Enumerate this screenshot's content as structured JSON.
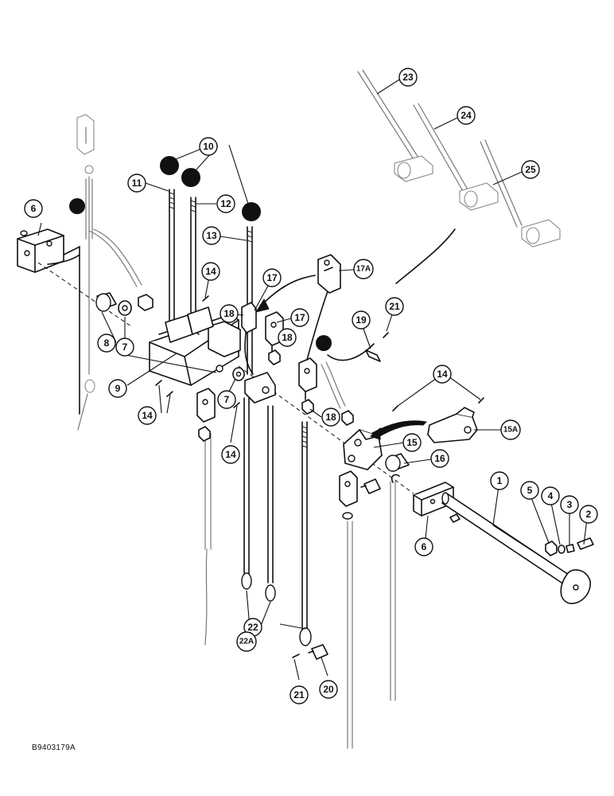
{
  "callouts": [
    {
      "id": "c1",
      "label": "1"
    },
    {
      "id": "c2",
      "label": "2"
    },
    {
      "id": "c3",
      "label": "3"
    },
    {
      "id": "c4",
      "label": "4"
    },
    {
      "id": "c5",
      "label": "5"
    },
    {
      "id": "c6a",
      "label": "6"
    },
    {
      "id": "c6b",
      "label": "6"
    },
    {
      "id": "c7a",
      "label": "7"
    },
    {
      "id": "c7b",
      "label": "7"
    },
    {
      "id": "c8",
      "label": "8"
    },
    {
      "id": "c9",
      "label": "9"
    },
    {
      "id": "c10",
      "label": "10"
    },
    {
      "id": "c11",
      "label": "11"
    },
    {
      "id": "c12",
      "label": "12"
    },
    {
      "id": "c13",
      "label": "13"
    },
    {
      "id": "c14a",
      "label": "14"
    },
    {
      "id": "c14b",
      "label": "14"
    },
    {
      "id": "c14c",
      "label": "14"
    },
    {
      "id": "c14d",
      "label": "14"
    },
    {
      "id": "c15",
      "label": "15"
    },
    {
      "id": "c15a",
      "label": "15A"
    },
    {
      "id": "c16",
      "label": "16"
    },
    {
      "id": "c17a",
      "label": "17"
    },
    {
      "id": "c17b",
      "label": "17"
    },
    {
      "id": "c17c",
      "label": "17A"
    },
    {
      "id": "c18a",
      "label": "18"
    },
    {
      "id": "c18b",
      "label": "18"
    },
    {
      "id": "c18c",
      "label": "18"
    },
    {
      "id": "c19",
      "label": "19"
    },
    {
      "id": "c20",
      "label": "20"
    },
    {
      "id": "c21a",
      "label": "21"
    },
    {
      "id": "c21b",
      "label": "21"
    },
    {
      "id": "c22",
      "label": "22"
    },
    {
      "id": "c22a",
      "label": "22A"
    },
    {
      "id": "c23",
      "label": "23"
    },
    {
      "id": "c24",
      "label": "24"
    },
    {
      "id": "c25",
      "label": "25"
    }
  ],
  "figure_code": "B9403179A"
}
